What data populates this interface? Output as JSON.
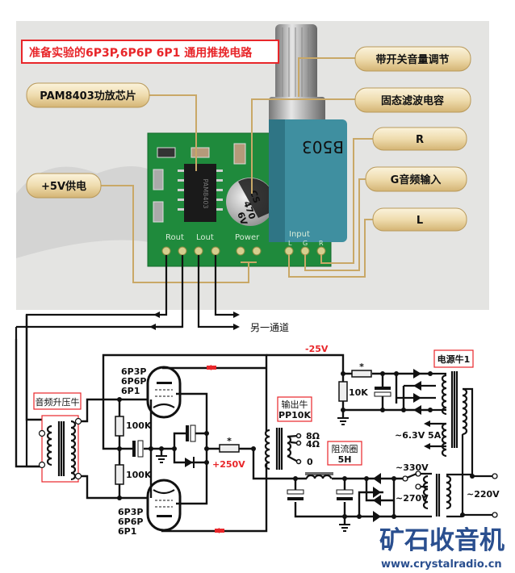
{
  "title": "准备实验的6P3P,6P6P 6P1 通用推挽电路",
  "photo_labels": {
    "volume": "带开关音量调节",
    "capacitor": "固态滤波电容",
    "r": "R",
    "g_input": "G音频输入",
    "l": "L",
    "chip": "PAM8403功放芯片",
    "power": "+5V供电"
  },
  "pcb": {
    "pot_marking": "B503",
    "cap_marking": [
      "CS",
      "470",
      "6V"
    ],
    "chip_marking": "PAM8403",
    "silk": [
      "Rout",
      "Lout",
      "Power",
      "Input",
      "L",
      "G",
      "R"
    ]
  },
  "other_channel": "另一通道",
  "schematic": {
    "input_transformer": "音频升压牛",
    "tube_top": [
      "6P3P",
      "6P6P",
      "6P1"
    ],
    "tube_bottom": [
      "6P3P",
      "6P6P",
      "6P1"
    ],
    "r_top": "100K",
    "r_bottom": "100K",
    "b_plus": "+250V",
    "bias": "-25V",
    "star": "*",
    "output_transformer": [
      "输出牛",
      "PP10K"
    ],
    "taps": [
      "8Ω",
      "4Ω",
      "0"
    ],
    "choke": [
      "阻流圈",
      "5H"
    ],
    "r_bias": "10K",
    "power_transformer": "电源牛1",
    "heater": "~6.3V 5A",
    "v330": "~330V",
    "v270": "~270V",
    "v220": "~220V"
  },
  "watermark": {
    "logo": "矿石收音机",
    "url": "www.crystalradio.cn"
  },
  "colors": {
    "red": "#e8262a",
    "pcb": "#1f8a3c",
    "pot": "#3f8fa0",
    "gold": "#c9a867"
  }
}
